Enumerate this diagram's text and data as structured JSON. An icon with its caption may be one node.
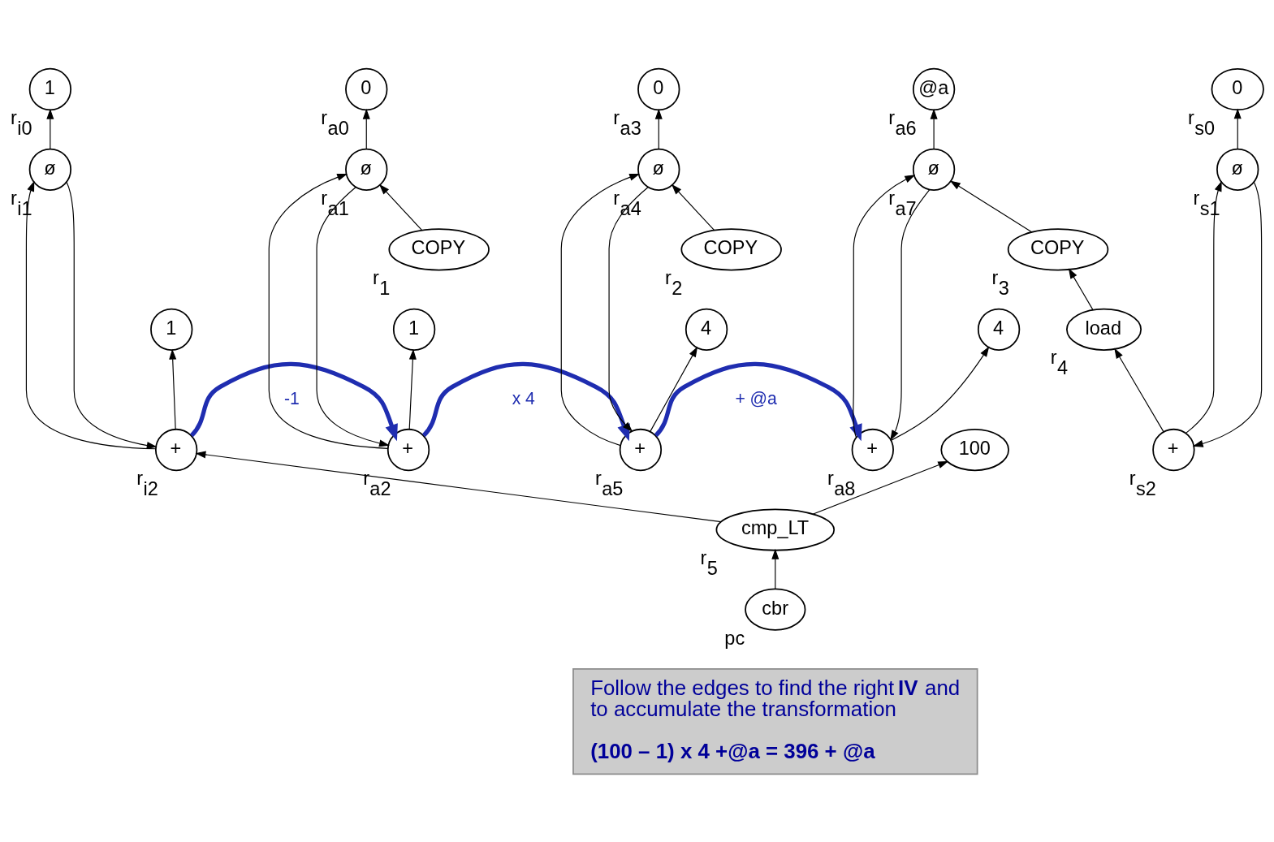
{
  "diagram": {
    "nodes": [
      {
        "text": [
          "1"
        ],
        "beside": [
          "r$_{i0}$"
        ]
      },
      {
        "text": [
          "ø"
        ],
        "beside": [
          "r$_{i1}$"
        ]
      },
      {
        "text": [
          "+"
        ],
        "beside": [
          "r$_{i2}$"
        ]
      },
      {
        "text": [
          "1"
        ]
      },
      {
        "text": [
          "0"
        ],
        "beside": [
          "r$_{a0}$"
        ]
      },
      {
        "text": [
          "ø"
        ],
        "beside": [
          "r$_{a1}$"
        ]
      },
      {
        "text": [
          "+"
        ],
        "beside": [
          "r$_{a2}$"
        ]
      },
      {
        "text": [
          "1"
        ]
      },
      {
        "text": [
          "COPY"
        ],
        "beside": [
          "r$_{1}$"
        ]
      },
      {
        "text": [
          "0"
        ],
        "beside": [
          "r$_{a3}$"
        ]
      },
      {
        "text": [
          "ø"
        ],
        "beside": [
          "r$_{a4}$"
        ]
      },
      {
        "text": [
          "+"
        ],
        "beside": [
          "r$_{a5}$"
        ]
      },
      {
        "text": [
          "4"
        ]
      },
      {
        "text": [
          "COPY"
        ],
        "beside": [
          "r$_{2}$"
        ]
      },
      {
        "text": [
          "@a"
        ],
        "beside": [
          "r$_{a6}$"
        ]
      },
      {
        "text": [
          "ø"
        ],
        "beside": [
          "r$_{a7}$"
        ]
      },
      {
        "text": [
          "+"
        ],
        "beside": [
          "r$_{a8}$"
        ]
      },
      {
        "text": [
          "4"
        ]
      },
      {
        "text": [
          "COPY"
        ],
        "beside": [
          "r$_{3}$"
        ]
      },
      {
        "text": [
          "0"
        ],
        "beside": [
          "r$_{s0}$"
        ]
      },
      {
        "text": [
          "ø"
        ],
        "beside": [
          "r$_{s1}$"
        ]
      },
      {
        "text": [
          "+"
        ],
        "beside": [
          "r$_{s2}$"
        ]
      },
      {
        "text": [
          "load"
        ],
        "beside": [
          "r$_{4}$"
        ]
      },
      {
        "text": [
          "cmp_LT"
        ],
        "beside": [
          "r$_{5}$"
        ]
      },
      {
        "text": [
          "100"
        ]
      },
      {
        "text": [
          "cbr"
        ],
        "beside": [
          "pc"
        ]
      },
      {
        "text": [
          "Follow the edges to find the right **IV** and to accumulate the transformation",
          "(100 – 1) x 4 +@a = 396 + @a"
        ]
      }
    ],
    "edges": [
      {
        "from": 1,
        "to": 0,
        "arrow": "to"
      },
      {
        "from": 1,
        "to": 2,
        "arrow": "to"
      },
      {
        "from": 2,
        "to": 1,
        "arrow": "to"
      },
      {
        "from": 2,
        "to": 3,
        "arrow": "to"
      },
      {
        "from": 23,
        "to": 2,
        "arrow": "to"
      },
      {
        "from": 23,
        "to": 24,
        "arrow": "to"
      },
      {
        "from": 25,
        "to": 23,
        "arrow": "to"
      },
      {
        "from": 5,
        "to": 4,
        "arrow": "to"
      },
      {
        "from": 5,
        "to": 6,
        "arrow": "to"
      },
      {
        "from": 6,
        "to": 5,
        "arrow": "to"
      },
      {
        "from": 6,
        "to": 7,
        "arrow": "to"
      },
      {
        "from": 8,
        "to": 5,
        "arrow": "to"
      },
      {
        "from": 10,
        "to": 9,
        "arrow": "to"
      },
      {
        "from": 10,
        "to": 11,
        "arrow": "to"
      },
      {
        "from": 11,
        "to": 10,
        "arrow": "to"
      },
      {
        "from": 11,
        "to": 12,
        "arrow": "to"
      },
      {
        "from": 13,
        "to": 10,
        "arrow": "to"
      },
      {
        "from": 15,
        "to": 14,
        "arrow": "to"
      },
      {
        "from": 15,
        "to": 16,
        "arrow": "to"
      },
      {
        "from": 16,
        "to": 15,
        "arrow": "to"
      },
      {
        "from": 16,
        "to": 17,
        "arrow": "to"
      },
      {
        "from": 18,
        "to": 15,
        "arrow": "to"
      },
      {
        "from": 22,
        "to": 18,
        "arrow": "to"
      },
      {
        "from": 20,
        "to": 19,
        "arrow": "to"
      },
      {
        "from": 20,
        "to": 21,
        "arrow": "to"
      },
      {
        "from": 21,
        "to": 20,
        "arrow": "to"
      },
      {
        "from": 21,
        "to": 22,
        "arrow": "to"
      },
      {
        "from": 2,
        "to": 6,
        "arrow": "to",
        "label": "-1",
        "style": "thick",
        "color": "#1f2db0"
      },
      {
        "from": 6,
        "to": 11,
        "arrow": "to",
        "label": "x 4",
        "style": "thick",
        "color": "#1f2db0"
      },
      {
        "from": 11,
        "to": 16,
        "arrow": "to",
        "label": "+ @a",
        "style": "thick",
        "color": "#1f2db0"
      }
    ]
  }
}
